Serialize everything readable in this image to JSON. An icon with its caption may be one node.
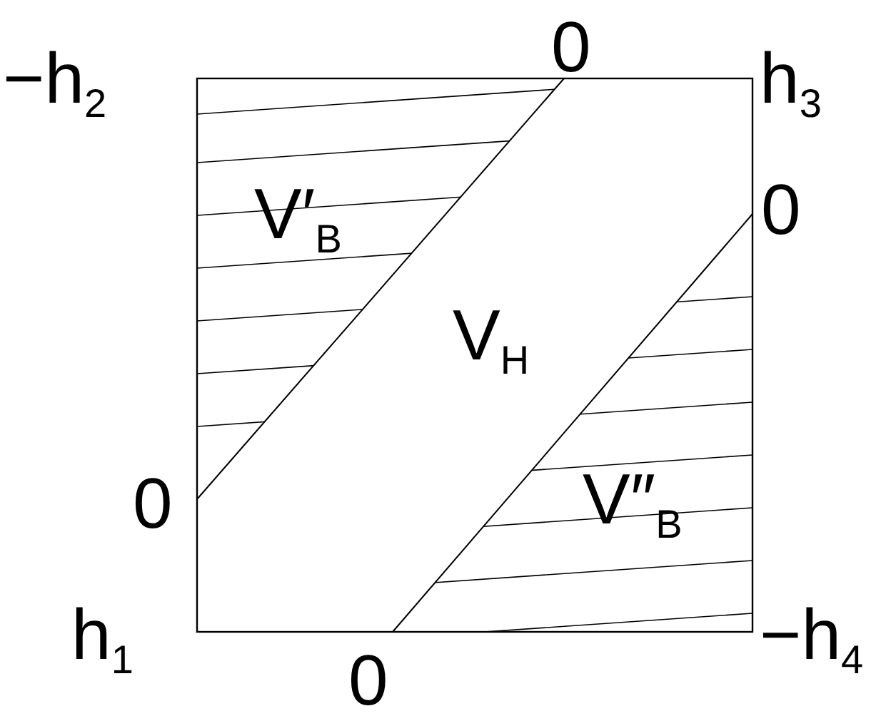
{
  "diagram": {
    "labels": [
      "−h$_{2}$",
      "0",
      "h$_{3}$",
      "V′$_{B}$",
      "0",
      "V$_{H}$",
      "0",
      "V″$_{B}$",
      "h$_{1}$",
      "−h$_{4}$",
      "0"
    ]
  }
}
